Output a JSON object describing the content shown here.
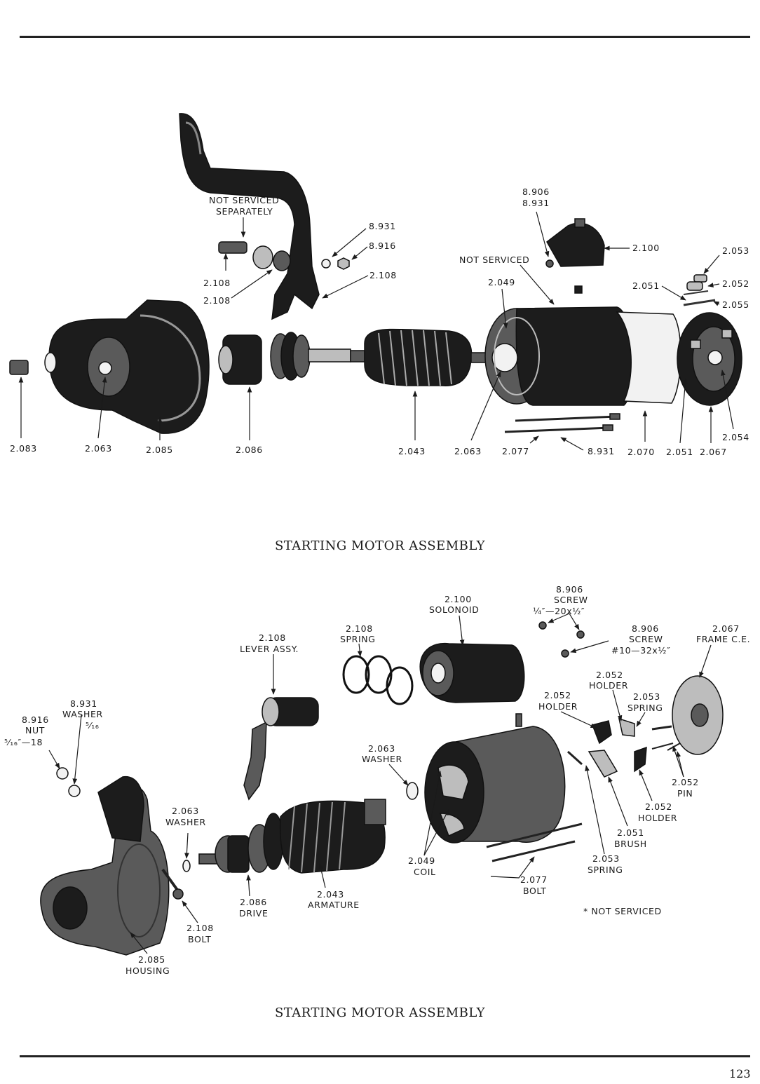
{
  "page": {
    "number": "123"
  },
  "figure1": {
    "caption": "STARTING MOTOR ASSEMBLY",
    "notes": {
      "not_serviced_separately": [
        "NOT SERVICED",
        "SEPARATELY"
      ],
      "not_serviced": "NOT SERVICED"
    },
    "callouts": {
      "c2083": "2.083",
      "c2063a": "2.063",
      "c2085": "2.085",
      "c2086": "2.086",
      "c2043": "2.043",
      "c2063b": "2.063",
      "c2077": "2.077",
      "c8931b": "8.931",
      "c2070": "2.070",
      "c2051b": "2.051",
      "c2067": "2.067",
      "c2054": "2.054",
      "c2108a": "2.108",
      "c2108b": "2.108",
      "c2108c": "2.108",
      "c8931a": "8.931",
      "c8916": "8.916",
      "c8906": "8.906",
      "c8931c": "8.931",
      "c2100": "2.100",
      "c2049": "2.049",
      "c2051a": "2.051",
      "c2053": "2.053",
      "c2052": "2.052",
      "c2055": "2.055"
    }
  },
  "figure2": {
    "caption": "STARTING MOTOR ASSEMBLY",
    "footnote": "* NOT SERVICED",
    "callouts": {
      "nut": [
        "8.916",
        "NUT",
        "⁵⁄₁₆″—18"
      ],
      "washer": [
        "8.931",
        "WASHER",
        "⁵⁄₁₆"
      ],
      "lever": [
        "2.108",
        "LEVER  ASSY."
      ],
      "spring": [
        "2.108",
        "SPRING"
      ],
      "solenoid": [
        "2.100",
        "SOLONOID"
      ],
      "screw_a": [
        "8.906",
        "SCREW",
        "¼″—20x½″"
      ],
      "screw_b": [
        "8.906",
        "SCREW",
        "#10—32x½″"
      ],
      "frame": [
        "2.067",
        "FRAME  C.E."
      ],
      "holder_a": [
        "2.052",
        "HOLDER"
      ],
      "holder_b": [
        "2.052",
        "HOLDER"
      ],
      "spring_b": [
        "2.053",
        "SPRING"
      ],
      "washer_c": [
        "2.063",
        "WASHER"
      ],
      "washer_d": [
        "2.063",
        "WASHER"
      ],
      "pin": [
        "2.052",
        "PIN"
      ],
      "holder_c": [
        "2.052",
        "HOLDER"
      ],
      "brush": [
        "2.051",
        "BRUSH"
      ],
      "spring_c": [
        "2.053",
        "SPRING"
      ],
      "coil": [
        "2.049",
        "COIL"
      ],
      "bolt_a": [
        "2.077",
        "BOLT"
      ],
      "drive": [
        "2.086",
        "DRIVE"
      ],
      "armature": [
        "2.043",
        "ARMATURE"
      ],
      "bolt_b": [
        "2.108",
        "BOLT"
      ],
      "housing": [
        "2.085",
        "HOUSING"
      ]
    }
  }
}
